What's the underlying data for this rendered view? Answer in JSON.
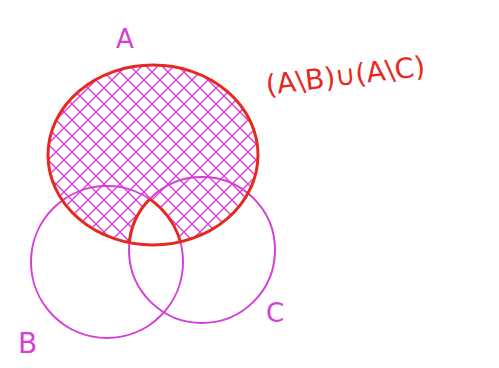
{
  "diagram": {
    "labels": [
      "A",
      "B",
      "C",
      "(A\\B)∪(A\\C)"
    ]
  }
}
